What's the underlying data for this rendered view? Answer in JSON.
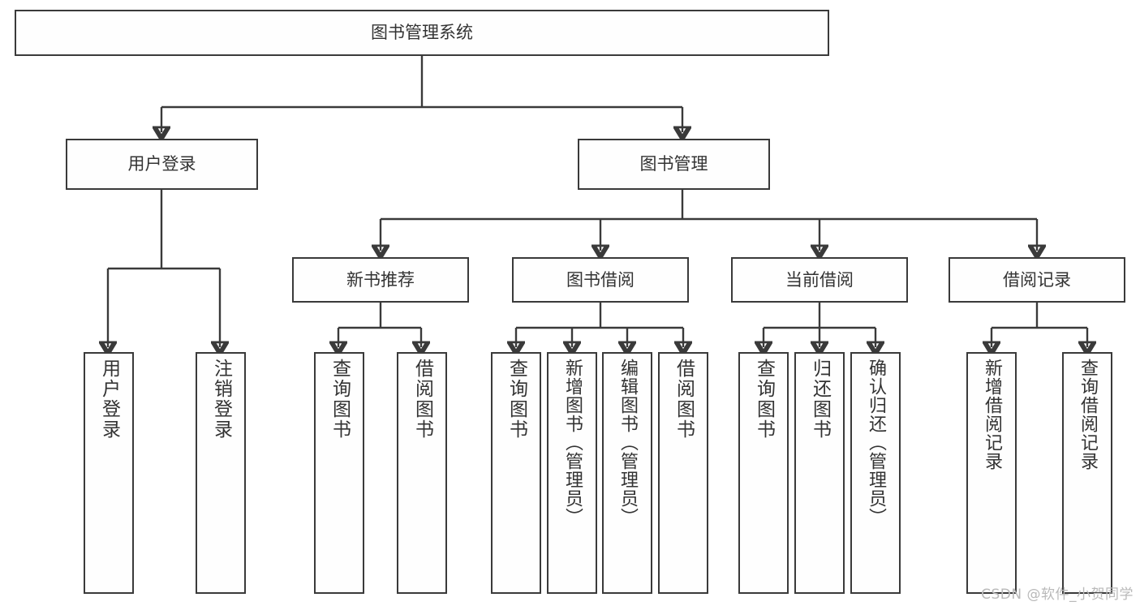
{
  "diagram": {
    "type": "tree-hierarchy-flowchart",
    "title": "图书管理系统",
    "watermark": "CSDN @软件_小贺同学",
    "colors": {
      "box_border": "#3a3a3a",
      "box_fill": "#fefefe",
      "text": "#333333",
      "connector": "#3a3a3a",
      "watermark": "#b9b9b9",
      "background": "#ffffff"
    },
    "levels": [
      {
        "level": 0,
        "nodes": [
          {
            "id": "root",
            "label": "图书管理系统",
            "orientation": "horizontal"
          }
        ]
      },
      {
        "level": 1,
        "nodes": [
          {
            "id": "login",
            "label": "用户登录",
            "orientation": "horizontal",
            "parent": "root"
          },
          {
            "id": "bookmgmt",
            "label": "图书管理",
            "orientation": "horizontal",
            "parent": "root"
          }
        ]
      },
      {
        "level": 2,
        "nodes": [
          {
            "id": "newbook",
            "label": "新书推荐",
            "orientation": "horizontal",
            "parent": "bookmgmt"
          },
          {
            "id": "borrow",
            "label": "图书借阅",
            "orientation": "horizontal",
            "parent": "bookmgmt"
          },
          {
            "id": "current",
            "label": "当前借阅",
            "orientation": "horizontal",
            "parent": "bookmgmt"
          },
          {
            "id": "records",
            "label": "借阅记录",
            "orientation": "horizontal",
            "parent": "bookmgmt"
          }
        ]
      },
      {
        "level": 3,
        "nodes": [
          {
            "id": "leaf1",
            "label": "用户登录",
            "orientation": "vertical",
            "parent": "login"
          },
          {
            "id": "leaf2",
            "label": "注销登录",
            "orientation": "vertical",
            "parent": "login"
          },
          {
            "id": "leaf3",
            "label": "查询图书",
            "orientation": "vertical",
            "parent": "newbook"
          },
          {
            "id": "leaf4",
            "label": "借阅图书",
            "orientation": "vertical",
            "parent": "newbook"
          },
          {
            "id": "leaf5",
            "label": "查询图书",
            "orientation": "vertical",
            "parent": "borrow"
          },
          {
            "id": "leaf6",
            "label": "新增图书（管理员）",
            "orientation": "vertical",
            "parent": "borrow"
          },
          {
            "id": "leaf7",
            "label": "编辑图书（管理员）",
            "orientation": "vertical",
            "parent": "borrow"
          },
          {
            "id": "leaf8",
            "label": "借阅图书",
            "orientation": "vertical",
            "parent": "borrow"
          },
          {
            "id": "leaf9",
            "label": "查询图书",
            "orientation": "vertical",
            "parent": "current"
          },
          {
            "id": "leaf10",
            "label": "归还图书",
            "orientation": "vertical",
            "parent": "current"
          },
          {
            "id": "leaf11",
            "label": "确认归还（管理员）",
            "orientation": "vertical",
            "parent": "current"
          },
          {
            "id": "leaf12",
            "label": "新增借阅记录",
            "orientation": "vertical",
            "parent": "records"
          },
          {
            "id": "leaf13",
            "label": "查询借阅记录",
            "orientation": "vertical",
            "parent": "records"
          }
        ]
      }
    ]
  }
}
